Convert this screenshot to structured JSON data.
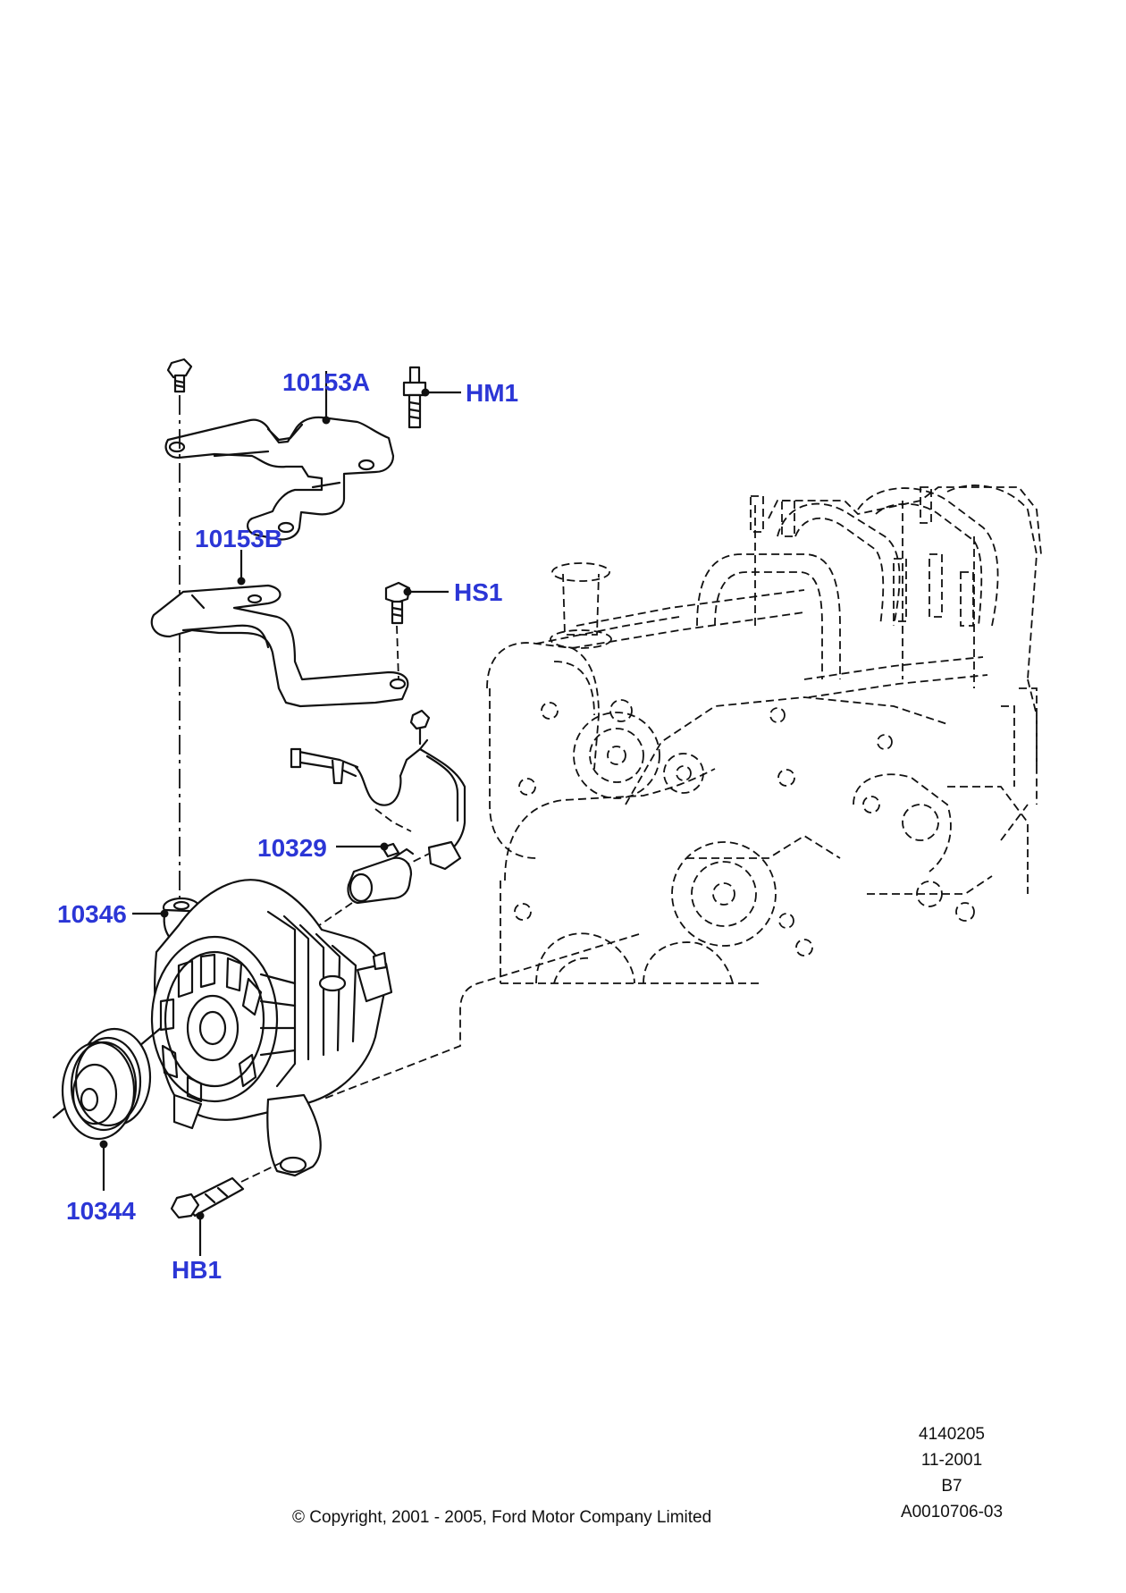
{
  "callouts": {
    "bracket_upper": "10153A",
    "stud": "HM1",
    "bracket_lower": "10153B",
    "screw": "HS1",
    "connector": "10329",
    "alternator": "10346",
    "pulley": "10344",
    "bolt": "HB1"
  },
  "footer": {
    "copyright": "© Copyright, 2001 - 2005, Ford Motor Company Limited",
    "ref_lines": [
      "4140205",
      "11-2001",
      "B7",
      "A0010706-03"
    ]
  },
  "colors": {
    "callout_text": "#2b36d6",
    "line_art": "#111111",
    "background": "#ffffff"
  }
}
